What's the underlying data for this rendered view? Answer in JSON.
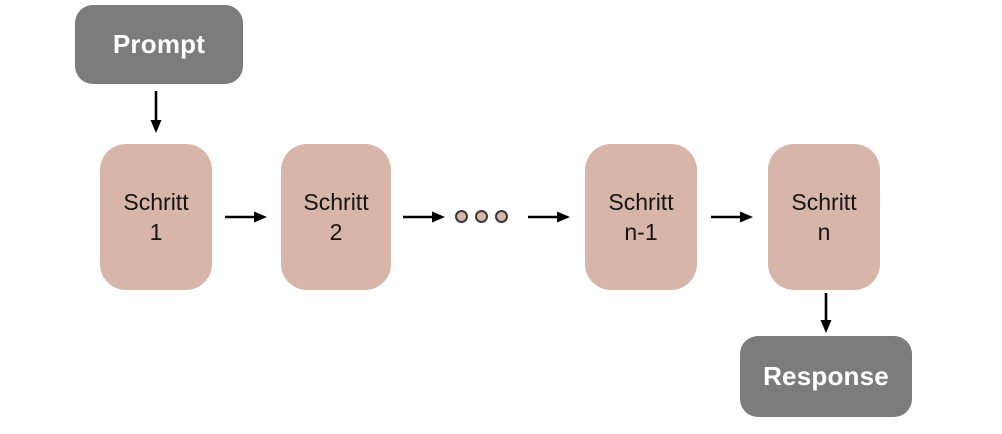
{
  "diagram": {
    "type": "flowchart",
    "language": "de",
    "nodes": {
      "prompt": {
        "label": "Prompt",
        "kind": "io"
      },
      "step1": {
        "line1": "Schritt",
        "line2": "1",
        "kind": "step"
      },
      "step2": {
        "line1": "Schritt",
        "line2": "2",
        "kind": "step"
      },
      "step_n_1": {
        "line1": "Schritt",
        "line2": "n-1",
        "kind": "step"
      },
      "step_n": {
        "line1": "Schritt",
        "line2": "n",
        "kind": "step"
      },
      "response": {
        "label": "Response",
        "kind": "io"
      }
    },
    "ellipsis": {
      "dot_count": 3
    },
    "edges": [
      {
        "from": "prompt",
        "to": "step1",
        "direction": "down"
      },
      {
        "from": "step1",
        "to": "step2",
        "direction": "right"
      },
      {
        "from": "step2",
        "to": "ellipsis",
        "direction": "right"
      },
      {
        "from": "ellipsis",
        "to": "step_n_1",
        "direction": "right"
      },
      {
        "from": "step_n_1",
        "to": "step_n",
        "direction": "right"
      },
      {
        "from": "step_n",
        "to": "response",
        "direction": "down"
      }
    ],
    "colors": {
      "io_box_fill": "#7c7c7c",
      "io_box_text": "#ffffff",
      "step_box_fill": "#d7b5a9",
      "step_box_text": "#141414",
      "arrow": "#000000",
      "dot_fill": "#d7b5a9",
      "dot_outline": "#3a3a3a",
      "background": "#ffffff"
    }
  }
}
